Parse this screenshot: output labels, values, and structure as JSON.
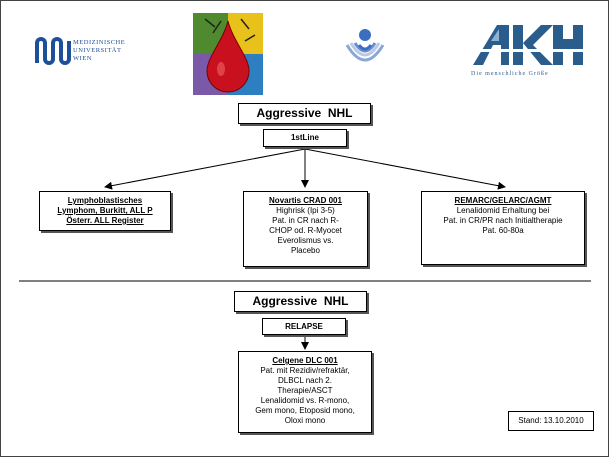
{
  "logos": {
    "meduni_text_lines": [
      "MEDIZINISCHE",
      "UNIVERSITÄT",
      "WIEN"
    ],
    "akh_tagline": "Die menschliche Größe"
  },
  "section1": {
    "title": "Aggressive  NHL",
    "line": "1stLine",
    "branches": [
      {
        "title_lines": [
          "Lymphoblastisches",
          "Lymphom, Burkitt, ALL P",
          "Österr. ALL Register"
        ],
        "body_lines": []
      },
      {
        "title_lines": [
          "Novartis CRAD 001"
        ],
        "body_lines": [
          "Highrisk (Ipi 3-5)",
          "Pat. in CR nach R-",
          "CHOP od. R-Myocet",
          "Everolismus vs.",
          "Placebo"
        ]
      },
      {
        "title_lines": [
          "REMARC/GELARC/AGMT"
        ],
        "body_lines": [
          "Lenalidomid Erhaltung bei",
          "Pat. in CR/PR nach Initialtherapie",
          "Pat. 60-80a"
        ]
      }
    ]
  },
  "section2": {
    "title": "Aggressive  NHL",
    "line": "RELAPSE",
    "trial": {
      "title_lines": [
        "Celgene DLC 001"
      ],
      "body_lines": [
        "Pat. mit Rezidiv/refraktär,",
        "DLBCL nach 2.",
        "Therapie/ASCT",
        "Lenalidomid vs. R-mono,",
        "Gem mono, Etoposid mono,",
        "Oloxi mono"
      ]
    }
  },
  "stand": "Stand: 13.10.2010",
  "colors": {
    "meduni_blue": "#1d4f9a",
    "akh_blue": "#2a5d8c",
    "drop_red": "#c8101e"
  }
}
